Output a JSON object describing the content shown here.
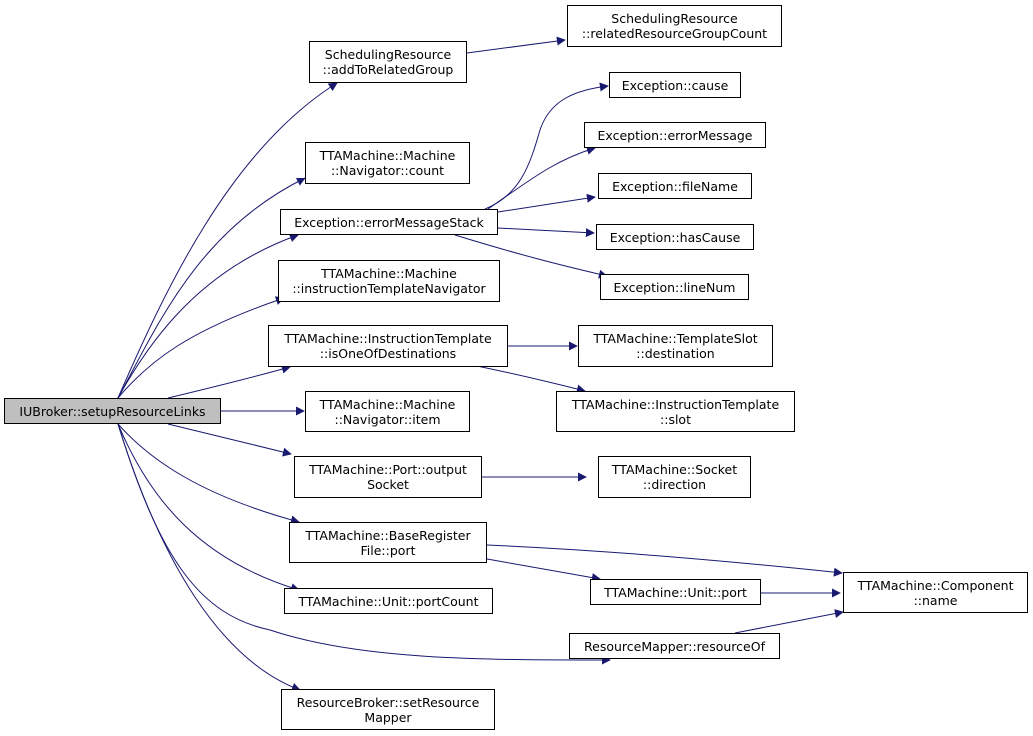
{
  "diagram": {
    "root": {
      "line1": "IUBroker::setupResourceLinks"
    },
    "nodes": {
      "n_addToRelatedGroup": {
        "line1": "SchedulingResource",
        "line2": "::addToRelatedGroup"
      },
      "n_relatedResourceGroupCount": {
        "line1": "SchedulingResource",
        "line2": "::relatedResourceGroupCount"
      },
      "n_machineNavigatorCount": {
        "line1": "TTAMachine::Machine",
        "line2": "::Navigator::count"
      },
      "n_errorMessageStack": {
        "line1": "Exception::errorMessageStack"
      },
      "n_cause": {
        "line1": "Exception::cause"
      },
      "n_errorMessage": {
        "line1": "Exception::errorMessage"
      },
      "n_fileName": {
        "line1": "Exception::fileName"
      },
      "n_hasCause": {
        "line1": "Exception::hasCause"
      },
      "n_lineNum": {
        "line1": "Exception::lineNum"
      },
      "n_instructionTemplateNavigator": {
        "line1": "TTAMachine::Machine",
        "line2": "::instructionTemplateNavigator"
      },
      "n_isOneOfDestinations": {
        "line1": "TTAMachine::InstructionTemplate",
        "line2": "::isOneOfDestinations"
      },
      "n_templateSlotDestination": {
        "line1": "TTAMachine::TemplateSlot",
        "line2": "::destination"
      },
      "n_instructionTemplateSlot": {
        "line1": "TTAMachine::InstructionTemplate",
        "line2": "::slot"
      },
      "n_machineNavigatorItem": {
        "line1": "TTAMachine::Machine",
        "line2": "::Navigator::item"
      },
      "n_portOutputSocket": {
        "line1": "TTAMachine::Port::output",
        "line2": "Socket"
      },
      "n_socketDirection": {
        "line1": "TTAMachine::Socket",
        "line2": "::direction"
      },
      "n_baseRegisterFilePort": {
        "line1": "TTAMachine::BaseRegister",
        "line2": "File::port"
      },
      "n_componentName": {
        "line1": "TTAMachine::Component",
        "line2": "::name"
      },
      "n_unitPort": {
        "line1": "TTAMachine::Unit::port"
      },
      "n_unitPortCount": {
        "line1": "TTAMachine::Unit::portCount"
      },
      "n_resourceOf": {
        "line1": "ResourceMapper::resourceOf"
      },
      "n_setResourceMapper": {
        "line1": "ResourceBroker::setResource",
        "line2": "Mapper"
      }
    },
    "edge_color": "#191970"
  }
}
